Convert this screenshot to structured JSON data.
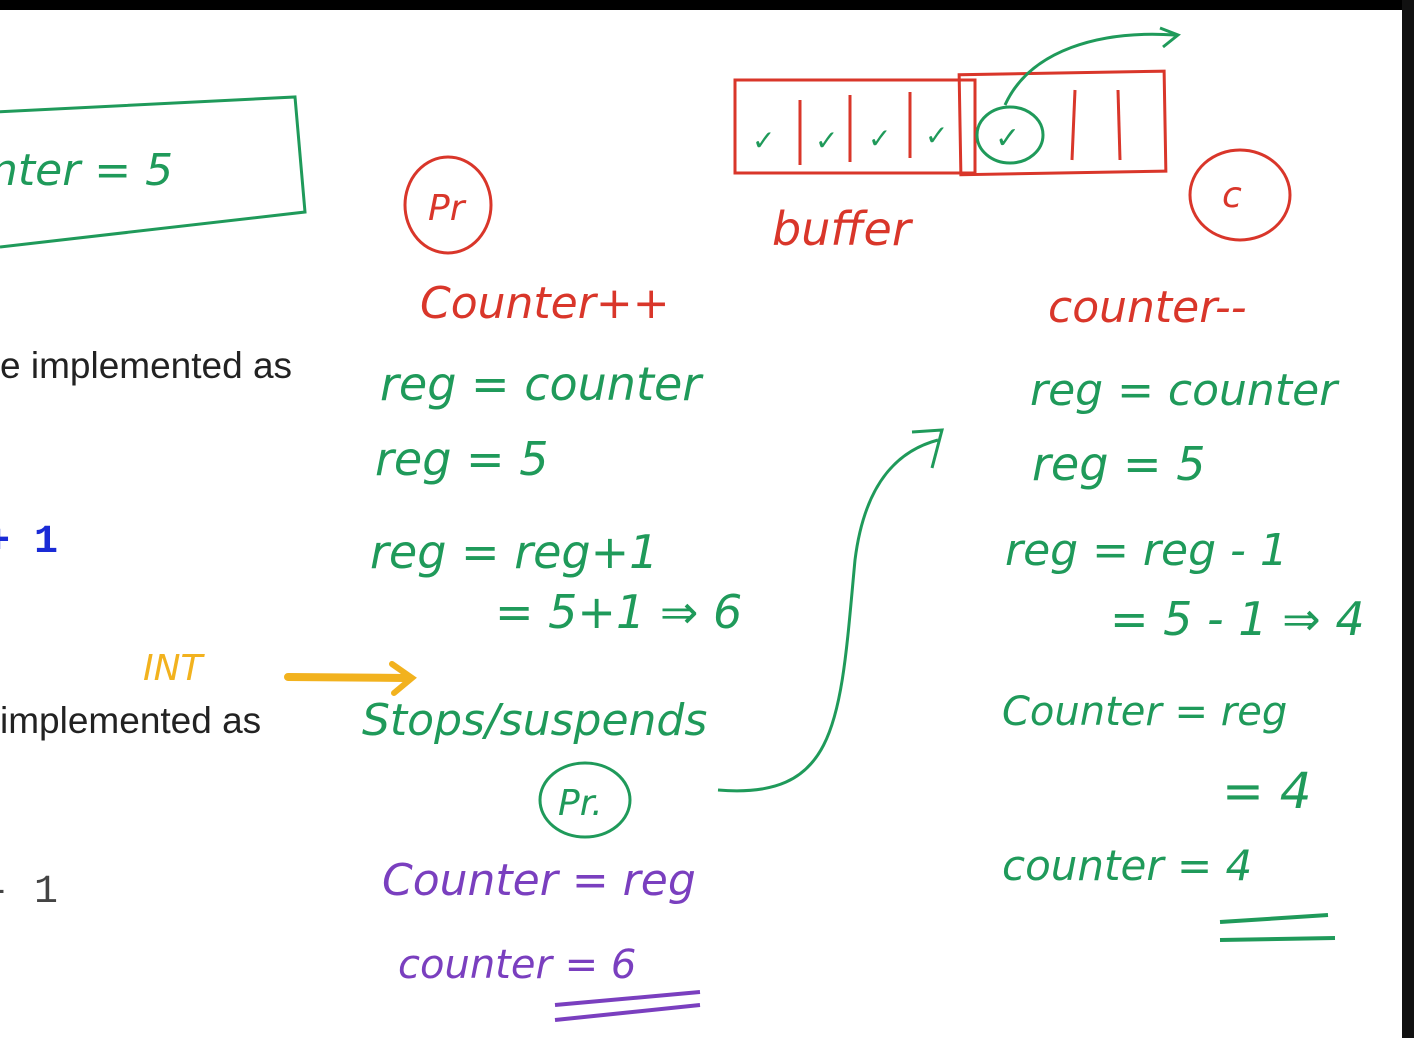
{
  "slide": {
    "line1": "e implemented as",
    "code1": "+ 1",
    "line2": "implemented as",
    "code2": "- 1"
  },
  "annotations": {
    "box_counter": "nter = 5",
    "producer_label": "Pr",
    "consumer_label": "c",
    "buffer_label": "buffer",
    "producer_op": "Counter++",
    "consumer_op": "counter--",
    "p_line1": "reg = counter",
    "p_line2": "reg = 5",
    "p_line3": "reg = reg+1",
    "p_line4": "= 5+1 ⇒ 6",
    "interrupt_label": "INT",
    "stops_label": "Stops/suspends",
    "p_suspended_label": "Pr.",
    "p_line5": "Counter = reg",
    "p_line6": "counter = 6",
    "c_line1": "reg = counter",
    "c_line2": "reg = 5",
    "c_line3": "reg = reg - 1",
    "c_line4": "= 5 - 1 ⇒ 4",
    "c_line5": "Counter = reg",
    "c_line6": "= 4",
    "c_line7": "counter = 4",
    "buffer_checks": [
      "✓",
      "✓",
      "✓",
      "✓",
      "✓"
    ]
  },
  "colors": {
    "green": "#1f9a5a",
    "red": "#d9362a",
    "purple": "#7a3fbf",
    "orange": "#f2b21e",
    "code_blue": "#1a2bd6"
  }
}
